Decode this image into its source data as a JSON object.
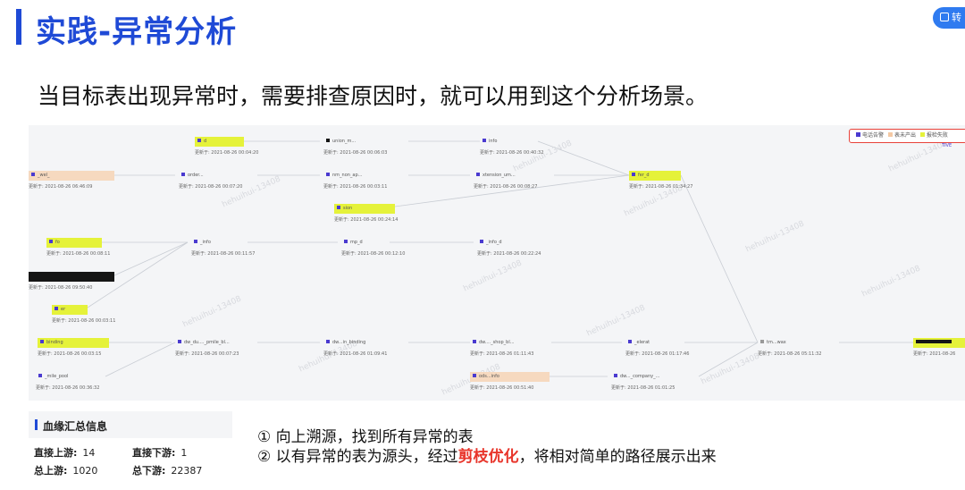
{
  "header": {
    "title": "实践-异常分析",
    "corner_button": "转"
  },
  "subtitle": "当目标表出现异常时，需要排查原因时，就可以用到这个分析场景。",
  "legend": {
    "items": [
      {
        "label": "电话告警",
        "color": "#4a3ad0"
      },
      {
        "label": "表未产出",
        "color": "#f4c9a4"
      },
      {
        "label": "报检失败",
        "color": "#e5f23a"
      }
    ],
    "extra": "TIVE"
  },
  "graph": {
    "nodes": [
      {
        "name": "d",
        "style": "hl-yellow",
        "updated": "更新于: 2021-08-26 00:04:20"
      },
      {
        "name": "union_m...",
        "style": "",
        "updated": "更新于: 2021-08-26 00:06:03"
      },
      {
        "name": "info",
        "style": "",
        "updated": "更新于: 2021-08-26 00:40:32"
      },
      {
        "name": "_wel_",
        "style": "hl-orange",
        "updated": "更新于: 2021-08-26 06:46:09"
      },
      {
        "name": "order...",
        "style": "",
        "updated": "更新于: 2021-08-26 00:07:20"
      },
      {
        "name": "nm_non_ap...",
        "style": "",
        "updated": "更新于: 2021-08-26 00:03:11"
      },
      {
        "name": "xtension_um...",
        "style": "",
        "updated": "更新于: 2021-08-26 00:08:27"
      },
      {
        "name": "fer_d",
        "style": "hl-yellow",
        "updated": "更新于: 2021-08-26 01:34:27"
      },
      {
        "name": "sion",
        "style": "hl-yellow",
        "updated": "更新于: 2021-08-26 00:24:14"
      },
      {
        "name": "fo",
        "style": "hl-yellow",
        "updated": "更新于: 2021-08-26 00:08:11"
      },
      {
        "name": "_info",
        "style": "",
        "updated": "更新于: 2021-08-26 00:11:57"
      },
      {
        "name": "mp_d",
        "style": "",
        "updated": "更新于: 2021-08-26 00:12:10"
      },
      {
        "name": "_info_d",
        "style": "",
        "updated": "更新于: 2021-08-26 00:22:24"
      },
      {
        "name": "",
        "style": "hl-black",
        "updated": "更新于: 2021-08-26 09:50:40"
      },
      {
        "name": "er",
        "style": "hl-yellow",
        "updated": "更新于: 2021-08-26 00:03:11"
      },
      {
        "name": "binding",
        "style": "hl-yellow",
        "updated": "更新于: 2021-08-26 00:03:15"
      },
      {
        "name": "dw_du...._pmile_bl...",
        "style": "",
        "updated": "更新于: 2021-08-26 00:07:23"
      },
      {
        "name": "dw...in_binding",
        "style": "",
        "updated": "更新于: 2021-08-26 01:09:41"
      },
      {
        "name": "dw...._shop_bl...",
        "style": "",
        "updated": "更新于: 2021-08-26 01:11:43"
      },
      {
        "name": "_elerat",
        "style": "",
        "updated": "更新于: 2021-08-26 01:17:46"
      },
      {
        "name": "tm...wax",
        "style": "",
        "updated": "更新于: 2021-08-26 05:11:32"
      },
      {
        "name": "",
        "style": "hl-yellow",
        "updated": "更新于: 2021-08-26"
      },
      {
        "name": "_mile_pool",
        "style": "",
        "updated": "更新于: 2021-08-26 00:36:32"
      },
      {
        "name": "ods...info",
        "style": "hl-orange",
        "updated": "更新于: 2021-08-26 00:51:40"
      },
      {
        "name": "dw..._company_...",
        "style": "",
        "updated": "更新于: 2021-08-26 01:01:25"
      }
    ],
    "watermark": "hehuihui-13408"
  },
  "summary": {
    "title": "血缘汇总信息",
    "direct_upstream_label": "直接上游:",
    "direct_upstream_value": "14",
    "direct_downstream_label": "直接下游:",
    "direct_downstream_value": "1",
    "total_upstream_label": "总上游:",
    "total_upstream_value": "1020",
    "total_downstream_label": "总下游:",
    "total_downstream_value": "22387"
  },
  "notes": {
    "line1": "① 向上溯源，找到所有异常的表",
    "line2_prefix": "② 以有异常的表为源头，经过",
    "line2_highlight": "剪枝优化",
    "line2_suffix": "，将相对简单的路径展示出来"
  }
}
